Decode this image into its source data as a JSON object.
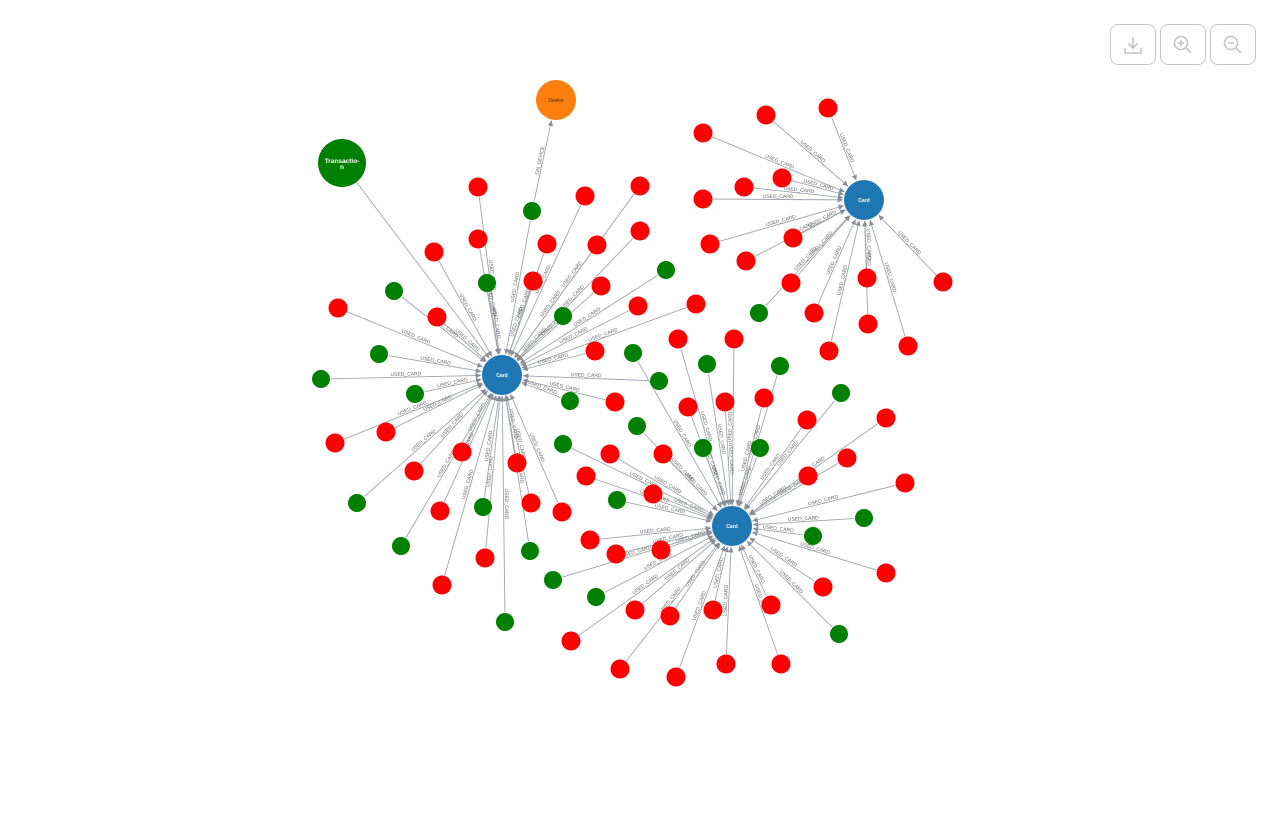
{
  "toolbar": {
    "download_icon": "download-icon",
    "zoom_in_icon": "zoom-in-icon",
    "zoom_out_icon": "zoom-out-icon"
  },
  "graph": {
    "colors": {
      "card": "#1f77b4",
      "device": "#ff7f0e",
      "transaction": "#008000",
      "red_node": "#ff0000",
      "green_node": "#008000",
      "edge": "#a0a4ab",
      "edge_label": "#666666"
    },
    "hub_labels": {
      "card": "Card",
      "device": "Device",
      "transaction_line1": "Transactio-",
      "transaction_line2": "n"
    },
    "edge_labels": {
      "used_card": "USED_CARD",
      "on_device": "ON_DEVICE"
    }
  }
}
